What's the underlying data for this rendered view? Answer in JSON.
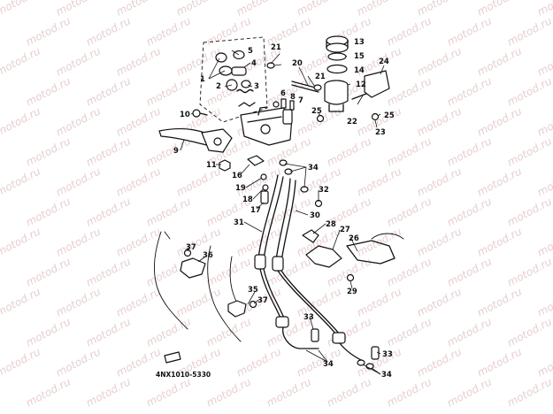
{
  "watermark": {
    "text": "motod.ru"
  },
  "diagram": {
    "catalog_code": "4NX1010-5330",
    "callouts": {
      "n1": "1",
      "n2": "2",
      "n3": "3",
      "n4": "4",
      "n5": "5",
      "n6": "6",
      "n7": "7",
      "n8": "8",
      "n9": "9",
      "n10": "10",
      "n11": "11",
      "n12": "12",
      "n13": "13",
      "n14": "14",
      "n15": "15",
      "n16": "16",
      "n17": "17",
      "n18": "18",
      "n19": "19",
      "n20": "20",
      "n21a": "21",
      "n21b": "21",
      "n22": "22",
      "n23": "23",
      "n24": "24",
      "n25a": "25",
      "n25b": "25",
      "n26": "26",
      "n27": "27",
      "n28": "28",
      "n29": "29",
      "n30": "30",
      "n31": "31",
      "n32": "32",
      "n33a": "33",
      "n33b": "33",
      "n34a": "34",
      "n34b": "34",
      "n34c": "34",
      "n35": "35",
      "n36": "36",
      "n37a": "37",
      "n37b": "37"
    }
  }
}
